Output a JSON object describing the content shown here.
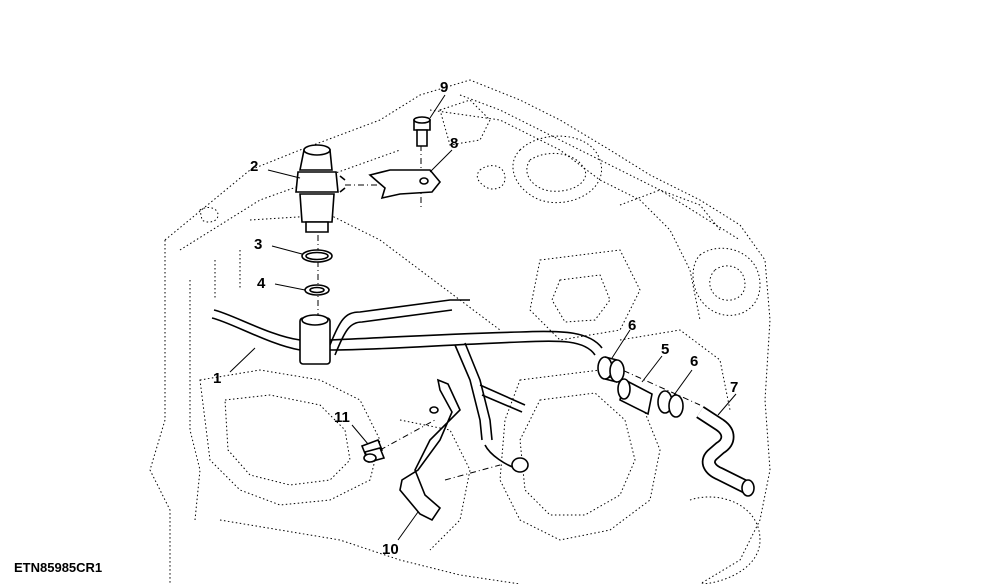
{
  "figure_id": "ETN85985CR1",
  "callouts": [
    {
      "id": "c1",
      "text": "1"
    },
    {
      "id": "c2",
      "text": "2"
    },
    {
      "id": "c3",
      "text": "3"
    },
    {
      "id": "c4",
      "text": "4"
    },
    {
      "id": "c5",
      "text": "5"
    },
    {
      "id": "c6a",
      "text": "6"
    },
    {
      "id": "c6b",
      "text": "6"
    },
    {
      "id": "c7",
      "text": "7"
    },
    {
      "id": "c8",
      "text": "8"
    },
    {
      "id": "c9",
      "text": "9"
    },
    {
      "id": "c10",
      "text": "10"
    },
    {
      "id": "c11",
      "text": "11"
    }
  ]
}
